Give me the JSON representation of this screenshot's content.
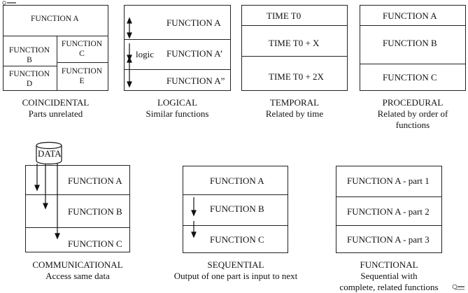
{
  "coincidental": {
    "function_a": "FUNCTION A",
    "function_b": [
      "FUNCTION",
      "B"
    ],
    "function_c": [
      "FUNCTION",
      "C"
    ],
    "function_d": [
      "FUNCTION",
      "D"
    ],
    "function_e": [
      "FUNCTION",
      "E"
    ],
    "title": "COINCIDENTAL",
    "subtitle": "Parts unrelated"
  },
  "logical": {
    "rows": [
      "FUNCTION A",
      "FUNCTION A’",
      "FUNCTION A”"
    ],
    "logic_label": "logic",
    "title": "LOGICAL",
    "subtitle": "Similar functions"
  },
  "temporal": {
    "rows": [
      "TIME T0",
      "TIME T0 + X",
      "TIME T0 + 2X"
    ],
    "title": "TEMPORAL",
    "subtitle": "Related by time"
  },
  "procedural": {
    "rows": [
      "FUNCTION A",
      "FUNCTION B",
      "FUNCTION C"
    ],
    "title": "PROCEDURAL",
    "subtitle": [
      "Related by order of",
      "functions"
    ]
  },
  "communicational": {
    "data_label": "DATA",
    "rows": [
      "FUNCTION A",
      "FUNCTION B",
      "FUNCTION C"
    ],
    "title": "COMMUNICATIONAL",
    "subtitle": "Access same data"
  },
  "sequential": {
    "rows": [
      "FUNCTION A",
      "FUNCTION B",
      "FUNCTION C"
    ],
    "title": "SEQUENTIAL",
    "subtitle": "Output of one part is input to next"
  },
  "functional": {
    "rows": [
      "FUNCTION A - part 1",
      "FUNCTION A - part 2",
      "FUNCTION A - part 3"
    ],
    "title": "FUNCTIONAL",
    "subtitle": [
      "Sequential with",
      "complete, related functions"
    ]
  },
  "icons": {
    "arrow": "vertical-arrow-icon",
    "database": "database-cylinder-icon",
    "logo": "publisher-logo"
  }
}
